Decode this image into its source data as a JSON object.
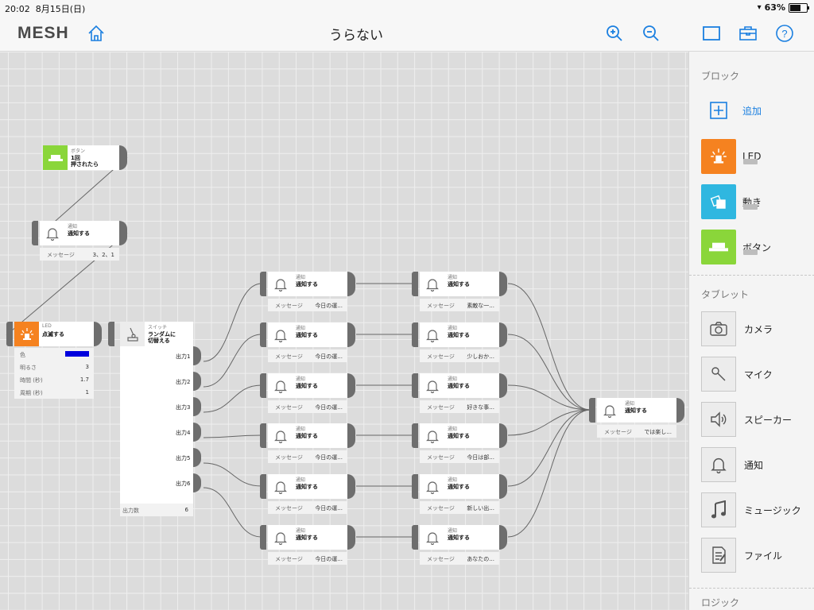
{
  "status": {
    "time": "20:02",
    "date": "8月15日(日)",
    "battery": "63%",
    "battery_level": 0.63
  },
  "nav": {
    "logo": "MESH",
    "title": "うらない"
  },
  "sidebar": {
    "sections": [
      "ブロック",
      "タブレット",
      "ロジック"
    ],
    "add_label": "追加",
    "blocks": [
      {
        "label": "LED",
        "color": "#f58220",
        "icon": "led-icon"
      },
      {
        "label": "動き",
        "color": "#2fb7e0",
        "icon": "motion-icon"
      },
      {
        "label": "ボタン",
        "color": "#8ad63a",
        "icon": "button-icon"
      }
    ],
    "tablet": [
      {
        "label": "カメラ",
        "icon": "camera-icon"
      },
      {
        "label": "マイク",
        "icon": "microphone-icon"
      },
      {
        "label": "スピーカー",
        "icon": "speaker-icon"
      },
      {
        "label": "通知",
        "icon": "bell-icon"
      },
      {
        "label": "ミュージック",
        "icon": "music-icon"
      },
      {
        "label": "ファイル",
        "icon": "file-icon"
      }
    ]
  },
  "canvas": {
    "button_block": {
      "type": "ボタン",
      "action": "1回\n押されたら",
      "color": "#8ad63a"
    },
    "notify_first": {
      "type": "通知",
      "action": "通知する",
      "param_key": "メッセージ",
      "param_val": "3、2、1"
    },
    "led": {
      "type": "LED",
      "action": "点滅する",
      "color": "#f58220",
      "led_color": "#0000dd",
      "params": [
        {
          "k": "色",
          "v": ""
        },
        {
          "k": "明るさ",
          "v": "3"
        },
        {
          "k": "時間 (秒)",
          "v": "1.7"
        },
        {
          "k": "周期 (秒)",
          "v": "1"
        }
      ]
    },
    "switch": {
      "type": "スイッチ",
      "action": "ランダムに\n切替える",
      "outputs": [
        "出力1",
        "出力2",
        "出力3",
        "出力4",
        "出力5",
        "出力6"
      ],
      "count_label": "出力数",
      "count": "6"
    },
    "notify_type": "通知",
    "notify_action": "通知する",
    "msg_key": "メッセージ",
    "col1": [
      "今日の運...",
      "今日の運...",
      "今日の運...",
      "今日の運...",
      "今日の運...",
      "今日の運..."
    ],
    "col2": [
      "素敵な一...",
      "少しおか...",
      "好きな事...",
      "今日は部...",
      "新しい出...",
      "あなたの..."
    ],
    "final": "では楽し..."
  }
}
